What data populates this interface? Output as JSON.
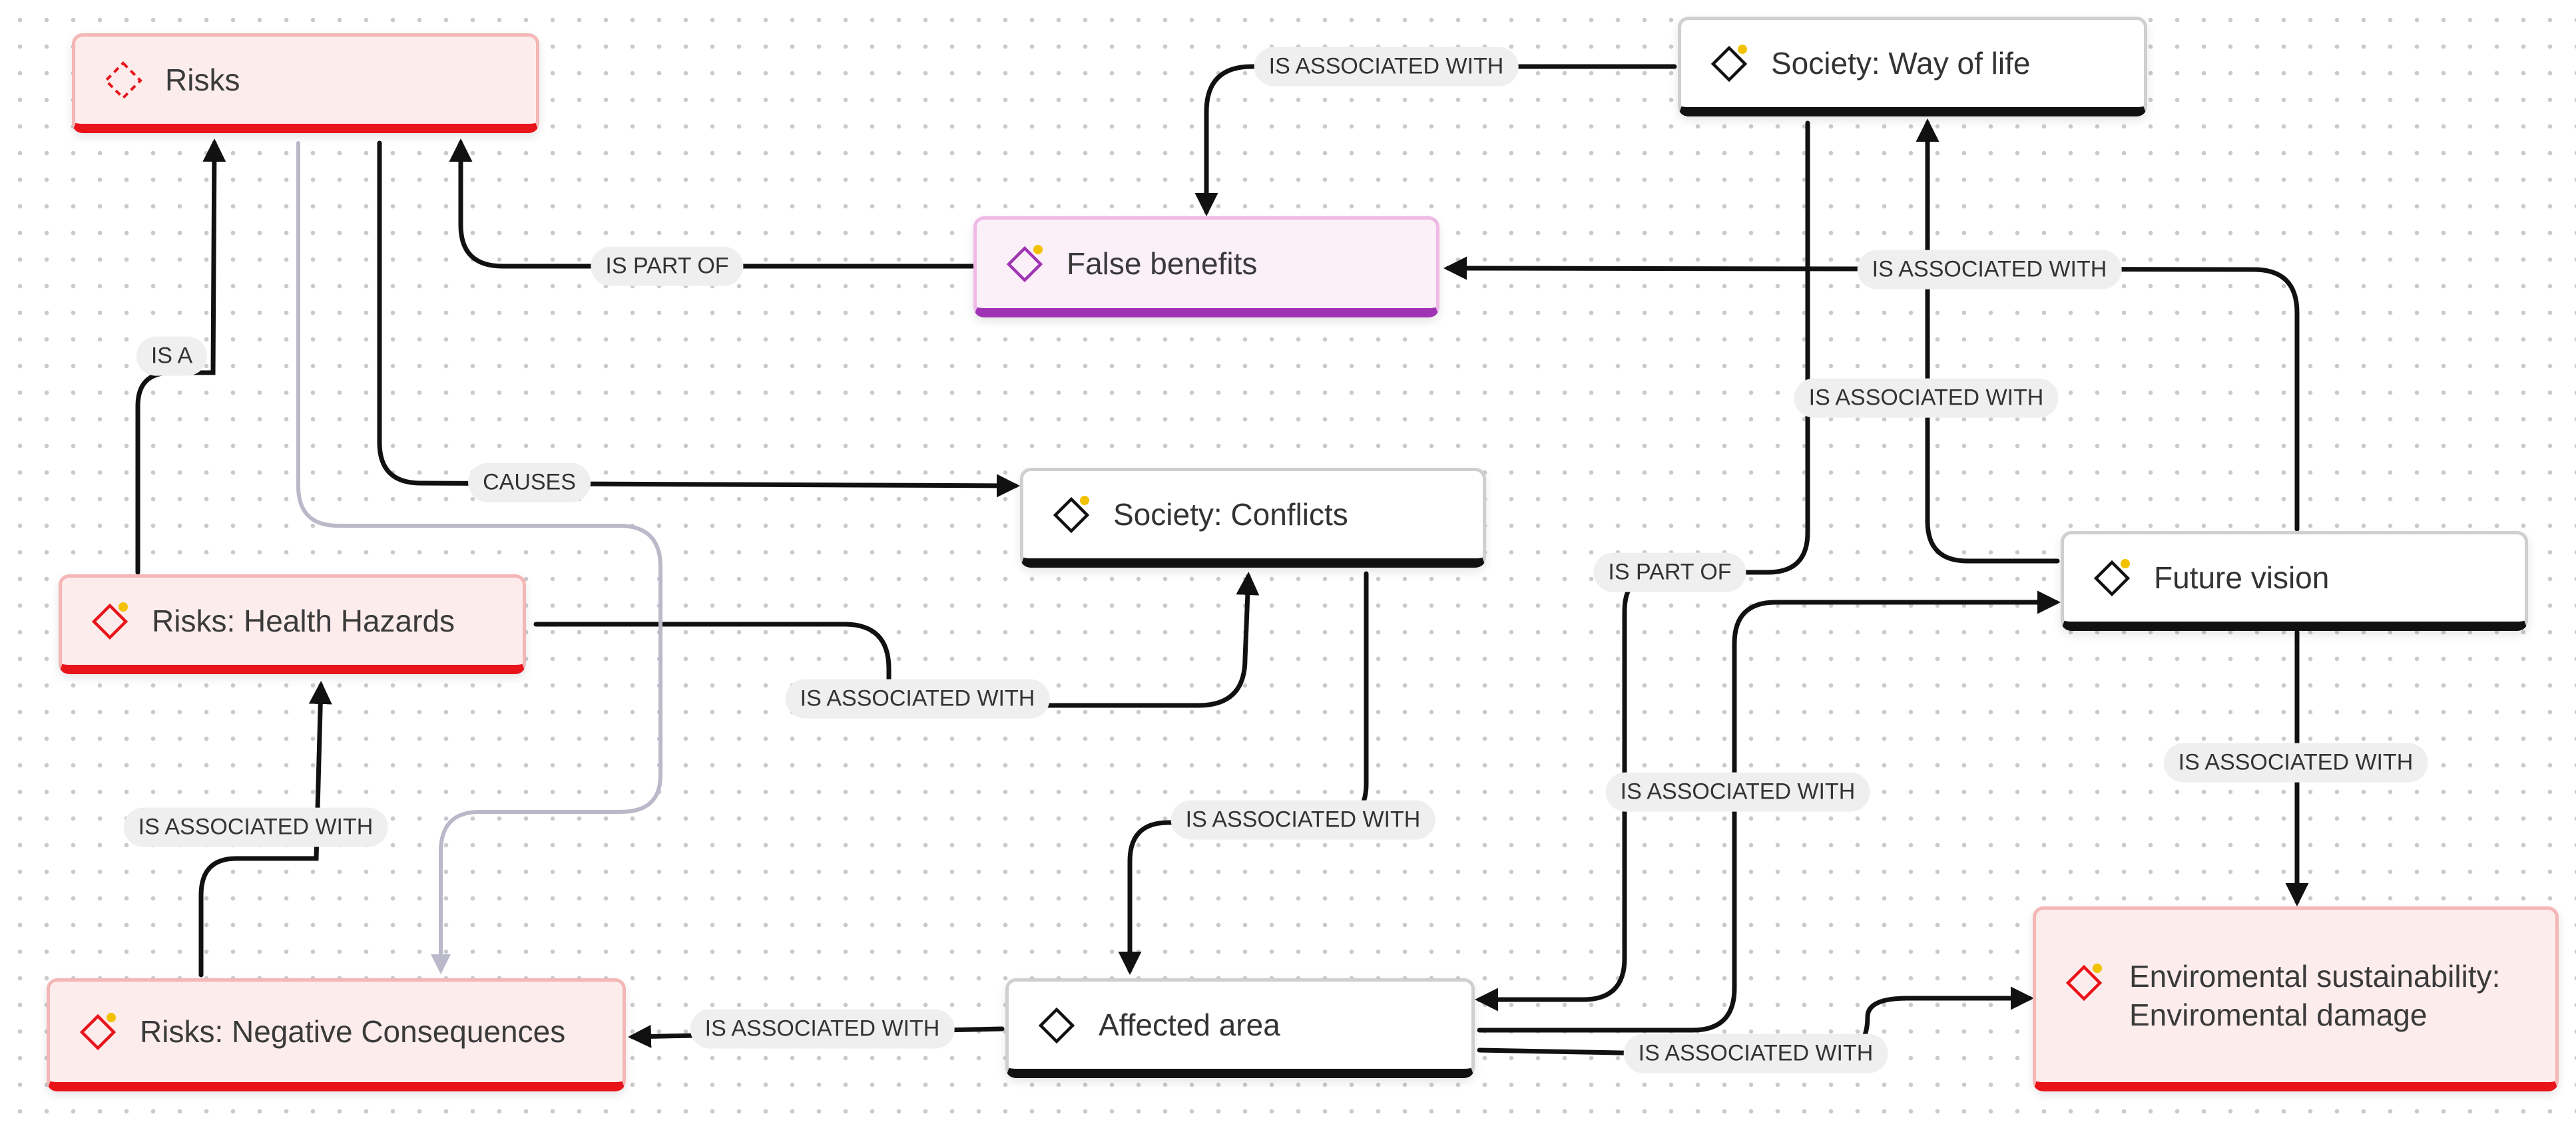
{
  "colors": {
    "risk_accent": "#e8141a",
    "purple_accent": "#a033b4",
    "default_accent": "#111111",
    "edge": "#111111",
    "edge_muted": "#b9b9c9",
    "indicator_dot": "#f2c200"
  },
  "nodes": {
    "risks": {
      "label": "Risks",
      "icon": "dashed-diamond-icon"
    },
    "false_benefits": {
      "label": "False benefits",
      "icon": "diamond-icon"
    },
    "way_of_life": {
      "label": "Society: Way of life",
      "icon": "diamond-icon"
    },
    "conflicts": {
      "label": "Society: Conflicts",
      "icon": "diamond-icon"
    },
    "health_hazards": {
      "label": "Risks: Health Hazards",
      "icon": "diamond-icon"
    },
    "future_vision": {
      "label": "Future vision",
      "icon": "diamond-icon"
    },
    "negative_consequences": {
      "label": "Risks: Negative Consequences",
      "icon": "diamond-icon"
    },
    "affected_area": {
      "label": "Affected area",
      "icon": "diamond-icon"
    },
    "environmental_damage": {
      "label": "Enviromental sustainability: Enviromental damage",
      "icon": "diamond-icon"
    }
  },
  "edges": [
    {
      "id": "e1",
      "label": "IS ASSOCIATED WITH"
    },
    {
      "id": "e2",
      "label": "IS PART OF"
    },
    {
      "id": "e3",
      "label": "IS ASSOCIATED WITH"
    },
    {
      "id": "e4",
      "label": "IS ASSOCIATED WITH"
    },
    {
      "id": "e5",
      "label": "IS A"
    },
    {
      "id": "e6",
      "label": "CAUSES"
    },
    {
      "id": "e7",
      "label": "IS PART OF"
    },
    {
      "id": "e8",
      "label": "IS ASSOCIATED WITH"
    },
    {
      "id": "e9",
      "label": "IS ASSOCIATED WITH"
    },
    {
      "id": "e10",
      "label": "IS ASSOCIATED WITH"
    },
    {
      "id": "e11",
      "label": "IS ASSOCIATED WITH"
    },
    {
      "id": "e12",
      "label": "IS ASSOCIATED WITH"
    },
    {
      "id": "e13",
      "label": "IS ASSOCIATED WITH"
    },
    {
      "id": "e14",
      "label": "IS ASSOCIATED WITH"
    }
  ]
}
